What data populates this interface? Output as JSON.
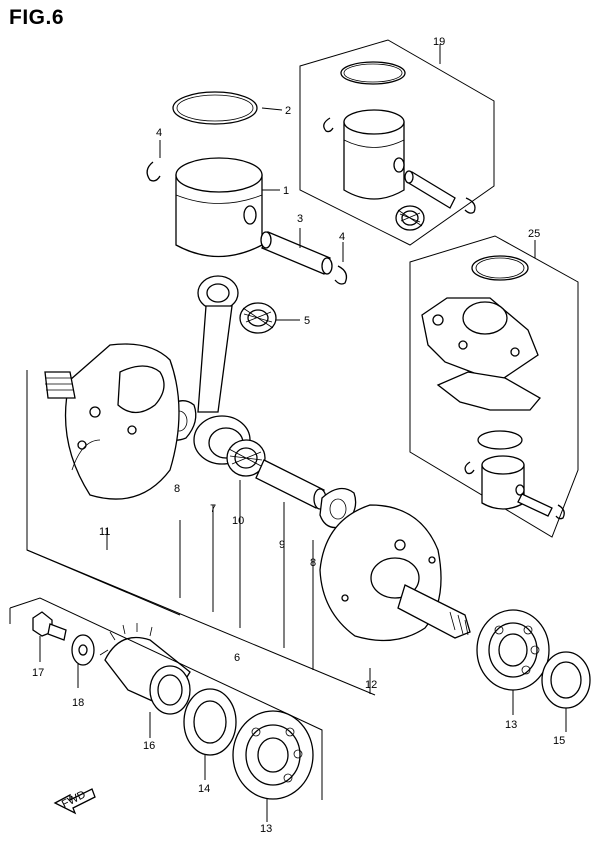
{
  "figure": {
    "title": "FIG.6"
  },
  "fwd_label": "FWD",
  "callouts": [
    {
      "id": "c1",
      "label": "1"
    },
    {
      "id": "c2",
      "label": "2"
    },
    {
      "id": "c3",
      "label": "3"
    },
    {
      "id": "c4a",
      "label": "4"
    },
    {
      "id": "c4b",
      "label": "4"
    },
    {
      "id": "c5",
      "label": "5"
    },
    {
      "id": "c6",
      "label": "6"
    },
    {
      "id": "c7",
      "label": "7"
    },
    {
      "id": "c8a",
      "label": "8"
    },
    {
      "id": "c8b",
      "label": "8"
    },
    {
      "id": "c9",
      "label": "9"
    },
    {
      "id": "c10",
      "label": "10"
    },
    {
      "id": "c11",
      "label": "11"
    },
    {
      "id": "c12",
      "label": "12"
    },
    {
      "id": "c13a",
      "label": "13"
    },
    {
      "id": "c13b",
      "label": "13"
    },
    {
      "id": "c14",
      "label": "14"
    },
    {
      "id": "c15",
      "label": "15"
    },
    {
      "id": "c16",
      "label": "16"
    },
    {
      "id": "c17",
      "label": "17"
    },
    {
      "id": "c18",
      "label": "18"
    },
    {
      "id": "c19",
      "label": "19"
    },
    {
      "id": "c25",
      "label": "25"
    }
  ]
}
